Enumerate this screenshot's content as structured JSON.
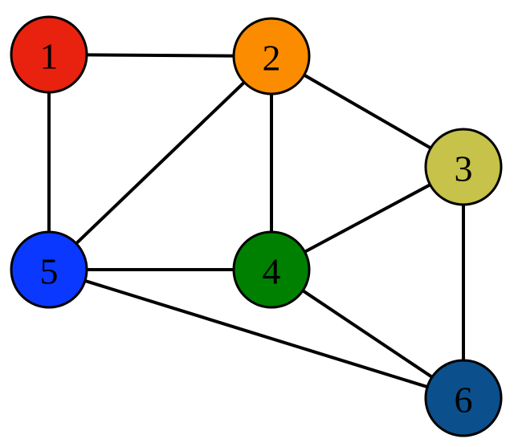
{
  "graph": {
    "nodes": [
      {
        "id": "1",
        "label": "1",
        "color": "#e8220f"
      },
      {
        "id": "2",
        "label": "2",
        "color": "#fb8c00"
      },
      {
        "id": "3",
        "label": "3",
        "color": "#c6c24a"
      },
      {
        "id": "4",
        "label": "4",
        "color": "#008000"
      },
      {
        "id": "5",
        "label": "5",
        "color": "#0a38ff"
      },
      {
        "id": "6",
        "label": "6",
        "color": "#0b4f8c"
      }
    ],
    "edges": [
      {
        "from": "1",
        "to": "2"
      },
      {
        "from": "1",
        "to": "5"
      },
      {
        "from": "2",
        "to": "3"
      },
      {
        "from": "2",
        "to": "4"
      },
      {
        "from": "2",
        "to": "5"
      },
      {
        "from": "3",
        "to": "4"
      },
      {
        "from": "3",
        "to": "6"
      },
      {
        "from": "4",
        "to": "5"
      },
      {
        "from": "4",
        "to": "6"
      },
      {
        "from": "5",
        "to": "6"
      }
    ]
  }
}
